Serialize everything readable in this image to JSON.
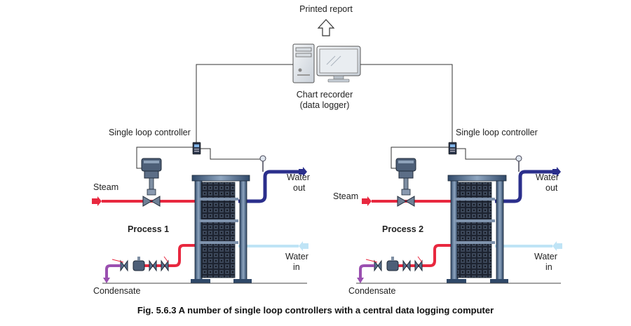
{
  "labels": {
    "printed_report": "Printed report",
    "chart_recorder_line1": "Chart recorder",
    "chart_recorder_line2": "(data logger)"
  },
  "processes": [
    {
      "controller": "Single loop controller",
      "steam": "Steam",
      "water_out_1": "Water",
      "water_out_2": "out",
      "process": "Process 1",
      "water_in_1": "Water",
      "water_in_2": "in",
      "condensate": "Condensate"
    },
    {
      "controller": "Single loop controller",
      "steam": "Steam",
      "water_out_1": "Water",
      "water_out_2": "out",
      "process": "Process 2",
      "water_in_1": "Water",
      "water_in_2": "in",
      "condensate": "Condensate"
    }
  ],
  "caption": "Fig. 5.6.3 A number of single loop controllers with a central data logging computer",
  "colors": {
    "steam": "#e8283f",
    "water_out": "#2b2f8c",
    "water_in": "#bfe4f6",
    "condensate": "#9a4fb0",
    "wire": "#333333",
    "exchanger": "#3c5a7e"
  }
}
